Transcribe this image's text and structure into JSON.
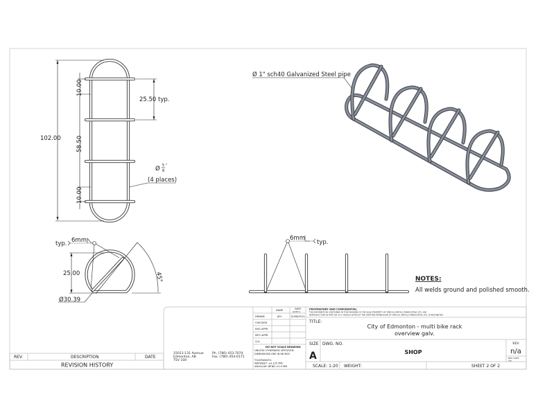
{
  "drawing": {
    "top_view": {
      "overall_length": "102.00",
      "end_spacing_top": "10.00",
      "middle_span": "58.50",
      "end_spacing_bottom": "10.00",
      "bar_spacing": "25.50 typ.",
      "bar_diameter_symbol": "Ø",
      "bar_diameter_num": "5",
      "bar_diameter_den": "8",
      "bar_diameter_unit": "\"",
      "bar_count": "(4 places)"
    },
    "side_view": {
      "weld_typ": "typ.",
      "weld_size": "6mm",
      "height": "25.00",
      "diameter": "Ø30.39",
      "angle": "45°"
    },
    "front_view": {
      "weld_size": "6mm",
      "weld_typ": "typ."
    },
    "iso_view": {
      "pipe_callout": "Ø 1\" sch40 Galvanized Steel pipe"
    },
    "notes": {
      "heading": "NOTES:",
      "text": "All welds ground and polished smooth."
    }
  },
  "revision_history": {
    "headers": [
      "REV",
      "DESCRIPTION",
      "DATE"
    ],
    "title": "REVISION HISTORY"
  },
  "title_block": {
    "address": [
      "15011-131 Avenue",
      "Edmonton, AB",
      "T5V 1S9"
    ],
    "phone": "Ph.  (780) 453-7074",
    "fax": "Fax. (780) 454-0171",
    "approvals": {
      "col_name": "NAME",
      "col_date": "DATE",
      "col_date_fmt": "(D/M/Y)",
      "rows": [
        {
          "label": "DRAWN",
          "name": "JEH",
          "date": "15/08/2012"
        },
        {
          "label": "CHECKED",
          "name": "",
          "date": ""
        },
        {
          "label": "ENG APPR.",
          "name": "",
          "date": ""
        },
        {
          "label": "MFG APPR.",
          "name": "",
          "date": ""
        },
        {
          "label": "Q.A.",
          "name": "",
          "date": ""
        }
      ]
    },
    "do_not_scale": "DO NOT SCALE DRAWING",
    "units_note_1": "UNLESS OTHERWISE SPECIFIED:",
    "units_note_2": "DIMENSIONS ARE IN INCHES",
    "tolerances": "TOLERANCES:",
    "tol_waterjet": "WATERJET:  ±0.125 MM",
    "tol_angular": "ANGULAR:  BEND ±0.5 MM",
    "proprietary_title": "PROPRIETARY AND CONFIDENTIAL",
    "proprietary_1": "THE INFORMATION CONTAINED IN THIS DRAWING IS THE SOLE PROPERTY OF SPECIAL METALS FABRICATING LTD.  ANY",
    "proprietary_2": "REPRODUCTION IN PART OR AS A WHOLE WITHOUT THE WRITTEN PERMISSION OF SPECIAL METALS FABRICATING LTD. IS PROHIBITED.",
    "title_label": "TITLE:",
    "title_line1": "City of Edmonton - multi bike rack",
    "title_line2": "overview galv.",
    "size_label": "SIZE",
    "size": "A",
    "dwg_no_label": "DWG.  NO.",
    "dwg_no": "SHOP",
    "rev_label": "REV",
    "rev": "n/a",
    "rev_date_label": "REV. DATE",
    "rev_date": "n/a",
    "scale": "SCALE: 1:20",
    "weight": "WEIGHT:",
    "sheet": "SHEET 2 OF 2"
  }
}
